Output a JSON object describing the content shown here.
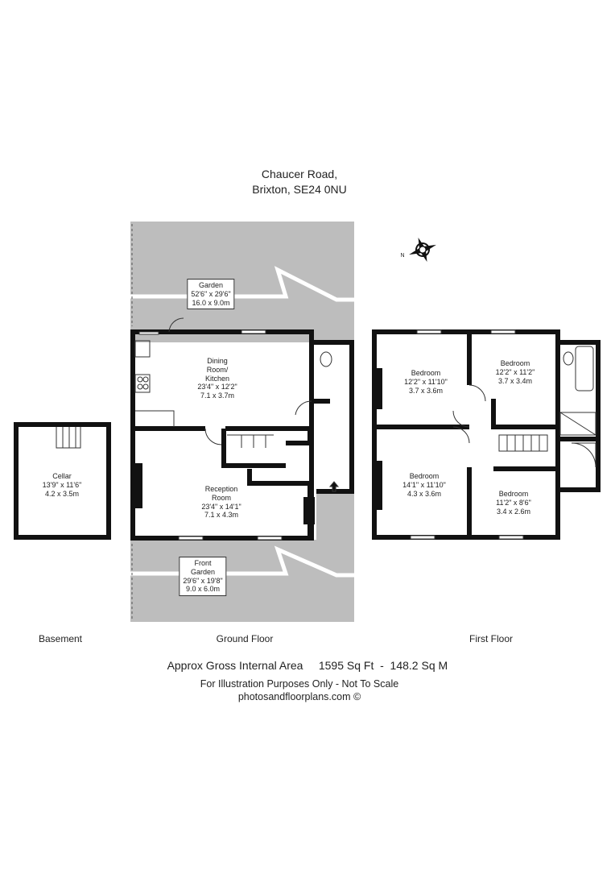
{
  "header": {
    "line1": "Chaucer Road,",
    "line2": "Brixton, SE24 0NU"
  },
  "rooms": {
    "garden": {
      "name": "Garden",
      "imperial": "52'6\" x 29'6\"",
      "metric": "16.0 x 9.0m"
    },
    "dining": {
      "name1": "Dining",
      "name2": "Room/",
      "name3": "Kitchen",
      "imperial": "23'4\" x 12'2\"",
      "metric": "7.1 x 3.7m"
    },
    "reception": {
      "name1": "Reception",
      "name2": "Room",
      "imperial": "23'4\" x 14'1\"",
      "metric": "7.1 x 4.3m"
    },
    "front_garden": {
      "name1": "Front",
      "name2": "Garden",
      "imperial": "29'6\" x 19'8\"",
      "metric": "9.0 x 6.0m"
    },
    "cellar": {
      "name": "Cellar",
      "imperial": "13'9\" x 11'6\"",
      "metric": "4.2 x 3.5m"
    },
    "bed1": {
      "name": "Bedroom",
      "imperial": "12'2\" x 11'10\"",
      "metric": "3.7 x 3.6m"
    },
    "bed2": {
      "name": "Bedroom",
      "imperial": "12'2\" x 11'2\"",
      "metric": "3.7 x 3.4m"
    },
    "bed3": {
      "name": "Bedroom",
      "imperial": "14'1\" x 11'10\"",
      "metric": "4.3 x 3.6m"
    },
    "bed4": {
      "name": "Bedroom",
      "imperial": "11'2\" x 8'6\"",
      "metric": "3.4 x 2.6m"
    }
  },
  "floors": {
    "basement": "Basement",
    "ground": "Ground Floor",
    "first": "First Floor"
  },
  "area": {
    "label": "Approx Gross Internal Area",
    "value": "1595 Sq Ft  -  148.2 Sq M"
  },
  "footer": {
    "line1": "For Illustration Purposes Only - Not To Scale",
    "line2": "photosandfloorplans.com ©"
  },
  "compass": {
    "label": "N"
  },
  "colors": {
    "wall": "#111111",
    "garden": "#bdbdbd"
  }
}
